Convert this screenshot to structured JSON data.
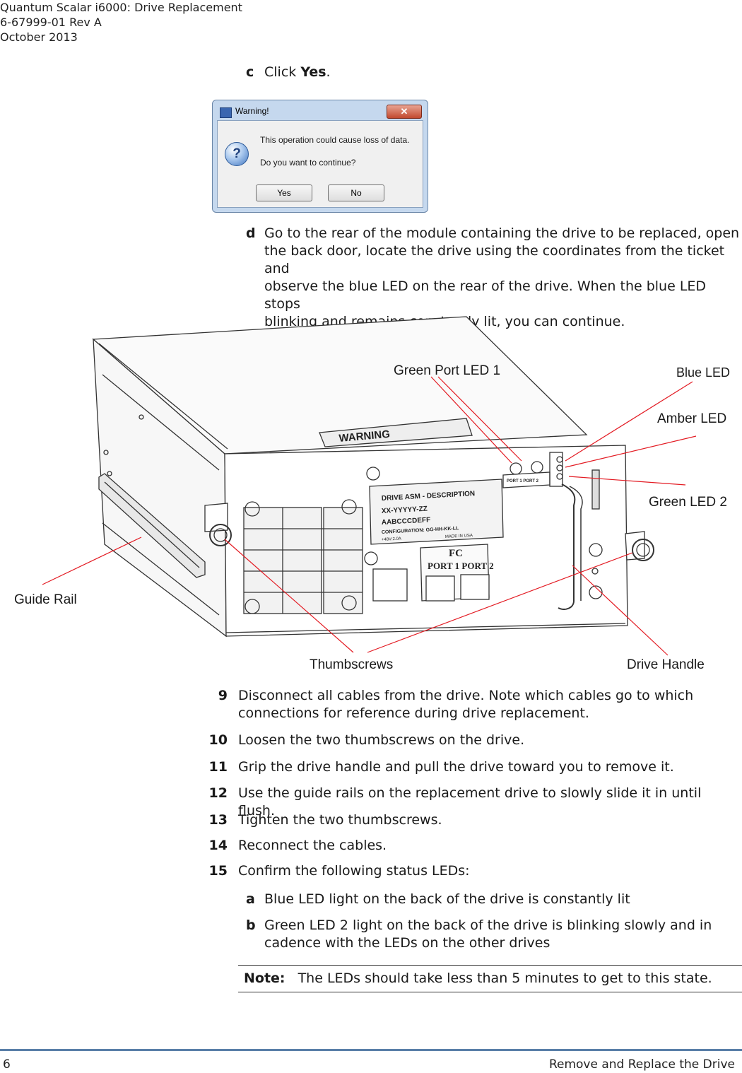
{
  "header": {
    "line1": "Quantum Scalar i6000: Drive Replacement",
    "line2": "6-67999-01 Rev A",
    "line3": "October 2013"
  },
  "step_c": {
    "letter": "c",
    "text_before": "Click ",
    "bold": "Yes",
    "text_after": "."
  },
  "dialog": {
    "title": "Warning!",
    "close_label": "✕",
    "message1": "This operation could cause loss of data.",
    "message2": "Do you want to continue?",
    "yes_label": "Yes",
    "no_label": "No"
  },
  "step_d": {
    "letter": "d",
    "lines": [
      "Go to the rear of the module containing the drive to be replaced, open",
      "the back door, locate the drive using the coordinates from the ticket and",
      "observe the blue LED on the rear of the drive. When the blue LED stops",
      "blinking and remains constantly lit, you can continue."
    ]
  },
  "figure": {
    "callouts": {
      "green_port_led_1": "Green Port LED 1",
      "blue_led": "Blue LED",
      "amber_led": "Amber LED",
      "green_led_2": "Green LED 2",
      "guide_rail": "Guide Rail",
      "thumbscrews": "Thumbscrews",
      "drive_handle": "Drive Handle"
    },
    "label": {
      "warning": "WARNING",
      "desc": "DRIVE   ASM  -  DESCRIPTION",
      "part": "XX-YYYYY-ZZ",
      "serial": "AABCCCDEFF",
      "config": "CONFIGURATION:  GG-HH-KK-LL",
      "voltage": "+48V:2.0A",
      "made": "MADE  IN  USA",
      "fc": "FC",
      "fc_ports": "PORT 1   PORT 2",
      "led_ports": "PORT 1     PORT 2"
    }
  },
  "steps": [
    {
      "num": "9",
      "lines": [
        "Disconnect all cables from the drive. Note which cables go to which",
        "connections for reference during drive replacement."
      ]
    },
    {
      "num": "10",
      "lines": [
        "Loosen the two thumbscrews on the drive."
      ]
    },
    {
      "num": "11",
      "lines": [
        "Grip the drive handle and pull the drive toward you to remove it."
      ]
    },
    {
      "num": "12",
      "lines": [
        "Use the guide rails on the replacement drive to slowly slide it in until flush."
      ]
    },
    {
      "num": "13",
      "lines": [
        "Tighten the two thumbscrews."
      ]
    },
    {
      "num": "14",
      "lines": [
        "Reconnect the cables."
      ]
    },
    {
      "num": "15",
      "lines": [
        "Confirm the following status LEDs:"
      ]
    }
  ],
  "substeps": [
    {
      "letter": "a",
      "lines": [
        "Blue LED light on the back of the drive is constantly lit"
      ]
    },
    {
      "letter": "b",
      "lines": [
        "Green LED 2 light on the back of the drive is blinking slowly and in",
        "cadence with the LEDs on the other drives"
      ]
    }
  ],
  "note": {
    "label": "Note:",
    "text": "The LEDs should take less than 5 minutes to get to this state."
  },
  "footer": {
    "page": "6",
    "section": "Remove and Replace the Drive"
  }
}
